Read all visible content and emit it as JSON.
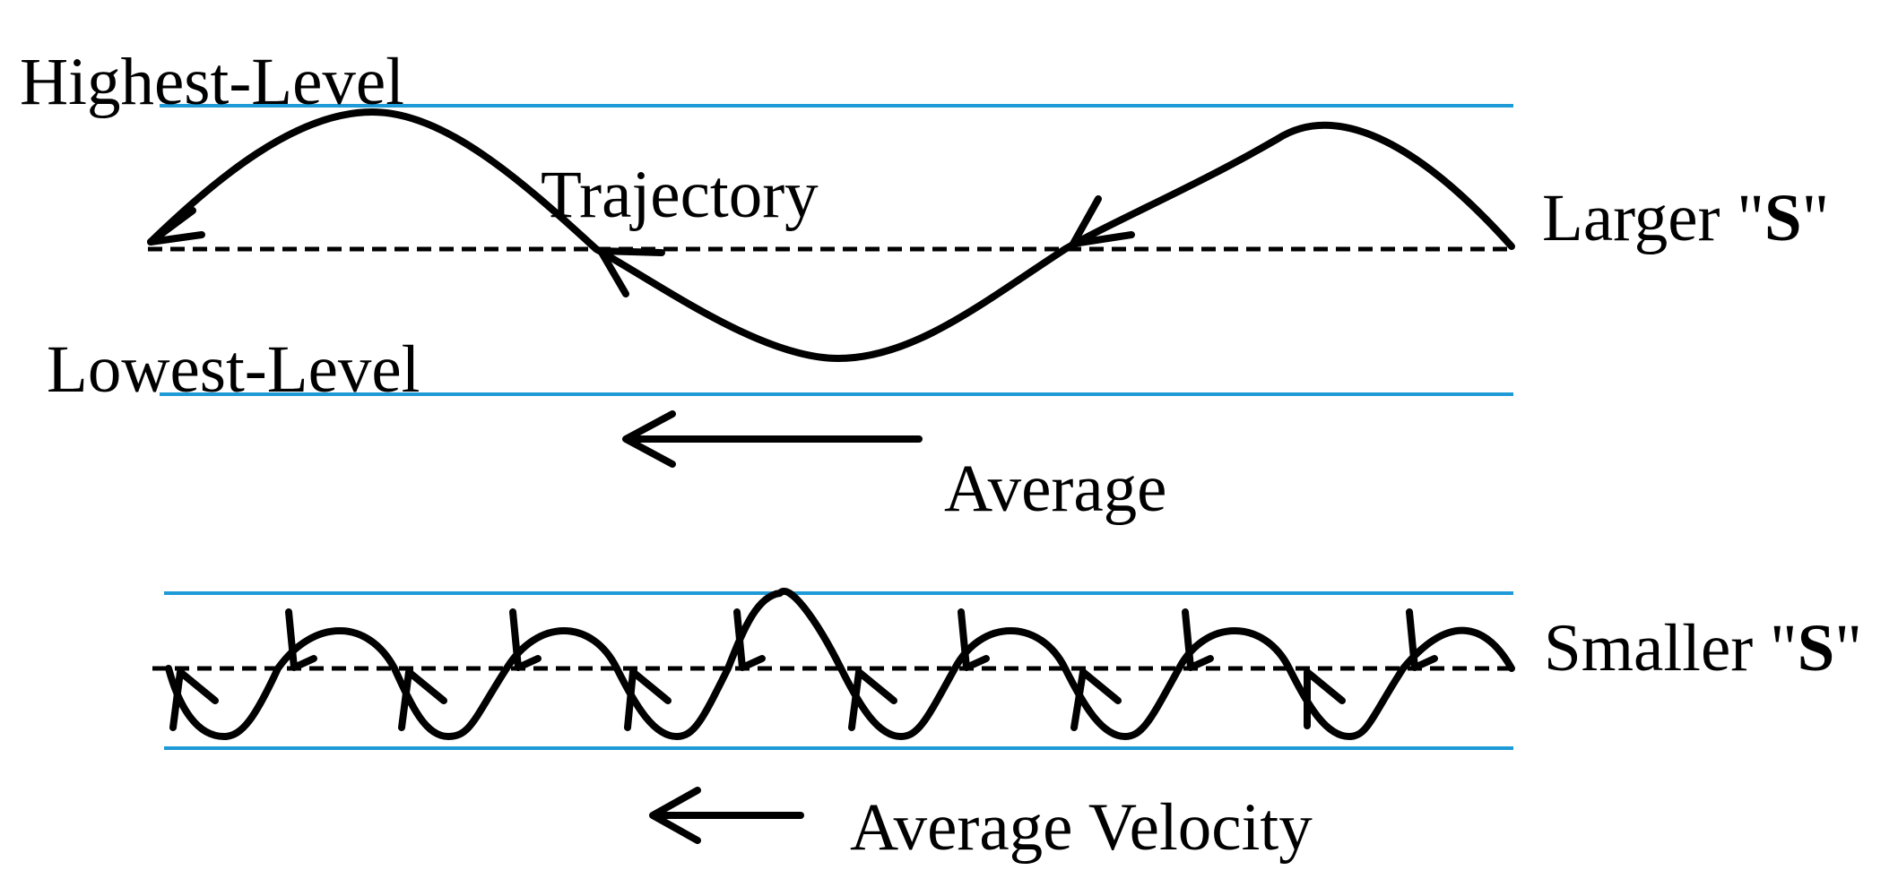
{
  "labels": {
    "highest_level": "Highest-Level",
    "lowest_level": "Lowest-Level",
    "trajectory": "Trajectory",
    "larger_s_prefix": "Larger \"",
    "larger_s_letter": "S",
    "larger_s_suffix": "\"",
    "average": "Average",
    "smaller_s_prefix": "Smaller \"",
    "smaller_s_letter": "S",
    "smaller_s_suffix": "\"",
    "average_velocity": "Average Velocity"
  },
  "colors": {
    "level_lines": "#1e9bd7",
    "trajectory": "#000000",
    "centerline": "#000000"
  }
}
